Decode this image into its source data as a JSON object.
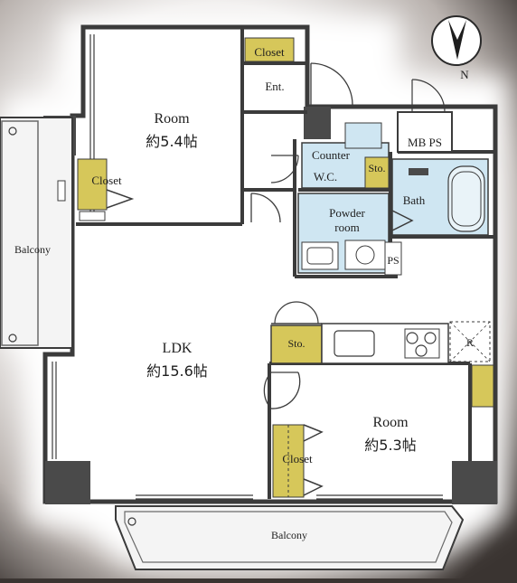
{
  "compass": {
    "letter": "N"
  },
  "rooms": {
    "room_north": {
      "name": "Room",
      "size": "約5.4帖"
    },
    "room_south": {
      "name": "Room",
      "size": "約5.3帖"
    },
    "ldk": {
      "name": "LDK",
      "size": "約15.6帖"
    }
  },
  "labels": {
    "closet_entry": "Closet",
    "closet_left": "Closet",
    "closet_south": "Closet",
    "entrance": "Ent.",
    "mb_ps": "MB PS",
    "counter": "Counter",
    "wc": "W.C.",
    "sto_wc": "Sto.",
    "bath": "Bath",
    "powder": "Powder",
    "powder_room": "room",
    "ps": "PS",
    "sto_kitchen": "Sto.",
    "fridge": "R",
    "balcony_west": "Balcony",
    "balcony_south": "Balcony"
  },
  "colors": {
    "background": "#3a3431",
    "halo": "#ffffff",
    "floor": "#ffffff",
    "wall": "#3b3b3b",
    "closet_fill": "#d6c75a",
    "wet_area_fill": "#cfe6f2",
    "balcony_fill": "#f4f4f4"
  }
}
